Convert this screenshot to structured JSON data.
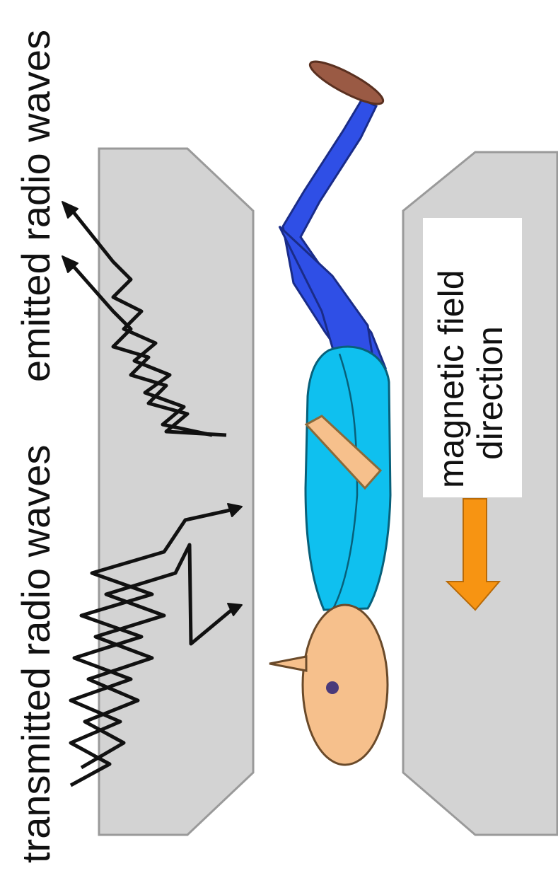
{
  "labels": {
    "transmitted": "transmitted radio waves",
    "emitted": "emitted radio waves",
    "magnetic_line1": "magnetic field",
    "magnetic_line2": "direction"
  },
  "colors": {
    "magnet_fill": "#d3d3d3",
    "magnet_stroke": "#9a9a9a",
    "skin": "#f6c08c",
    "shirt": "#0fc0ef",
    "pants": "#2f4fe6",
    "shoe": "#9a5a44",
    "arrow": "#f79412",
    "wave": "#111111",
    "label_box": "#ffffff"
  },
  "icons": {
    "field_arrow": "down-arrow-icon"
  }
}
